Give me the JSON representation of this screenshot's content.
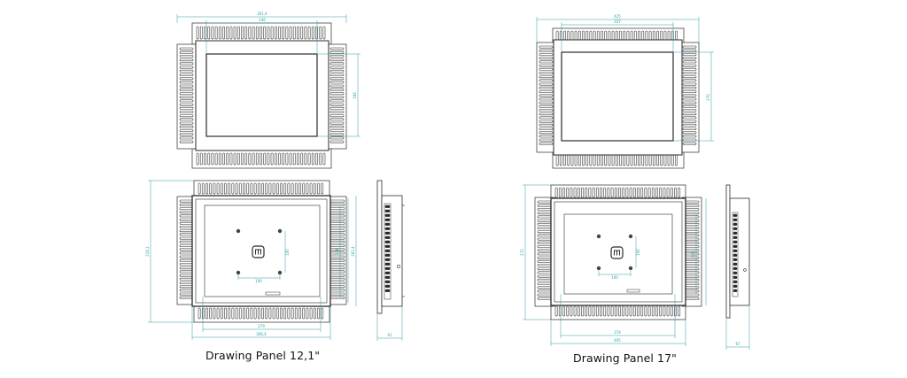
{
  "colors": {
    "outline": "#2b2b2b",
    "dimension": "#2a9da3",
    "panel_fill": "#ffffff",
    "screen_fill": "#ffffff"
  },
  "drawings": [
    {
      "id": "panel-12",
      "caption": "Drawing Panel 12,1\"",
      "front_top_dims": [
        "301,4",
        "246"
      ],
      "front_side_dim": "184",
      "back_dims": [
        "279",
        "306,4",
        "216,1",
        "184",
        "262,4",
        "100",
        "100"
      ],
      "side_dims": [
        "61"
      ]
    },
    {
      "id": "panel-17",
      "caption": "Drawing Panel 17\"",
      "front_top_dims": [
        "425",
        "337"
      ],
      "front_side_dim": "270",
      "back_dims": [
        "374",
        "405",
        "272",
        "337",
        "100",
        "100"
      ],
      "side_dims": [
        "67"
      ]
    }
  ]
}
